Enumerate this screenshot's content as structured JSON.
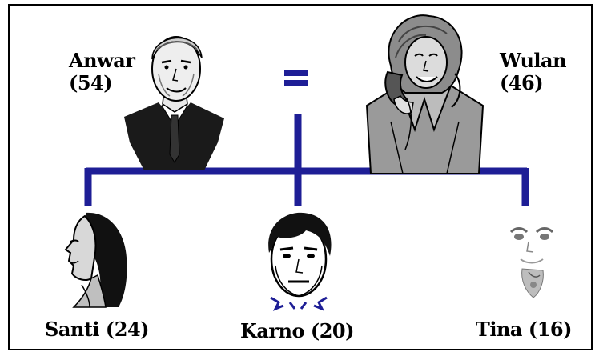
{
  "parents": {
    "father": {
      "name": "Anwar",
      "age": "(54)"
    },
    "mother": {
      "name": "Wulan",
      "age": "(46)"
    }
  },
  "marriage_symbol": "=",
  "children": [
    {
      "label": "Santi (24)"
    },
    {
      "label": "Karno (20)"
    },
    {
      "label": "Tina (16)"
    }
  ],
  "colors": {
    "tree_lines": "#1e1e96",
    "border": "#000000",
    "text": "#000000"
  },
  "icons": [
    "father-portrait",
    "mother-portrait",
    "daughter-portrait",
    "son-portrait",
    "girl-portrait"
  ]
}
